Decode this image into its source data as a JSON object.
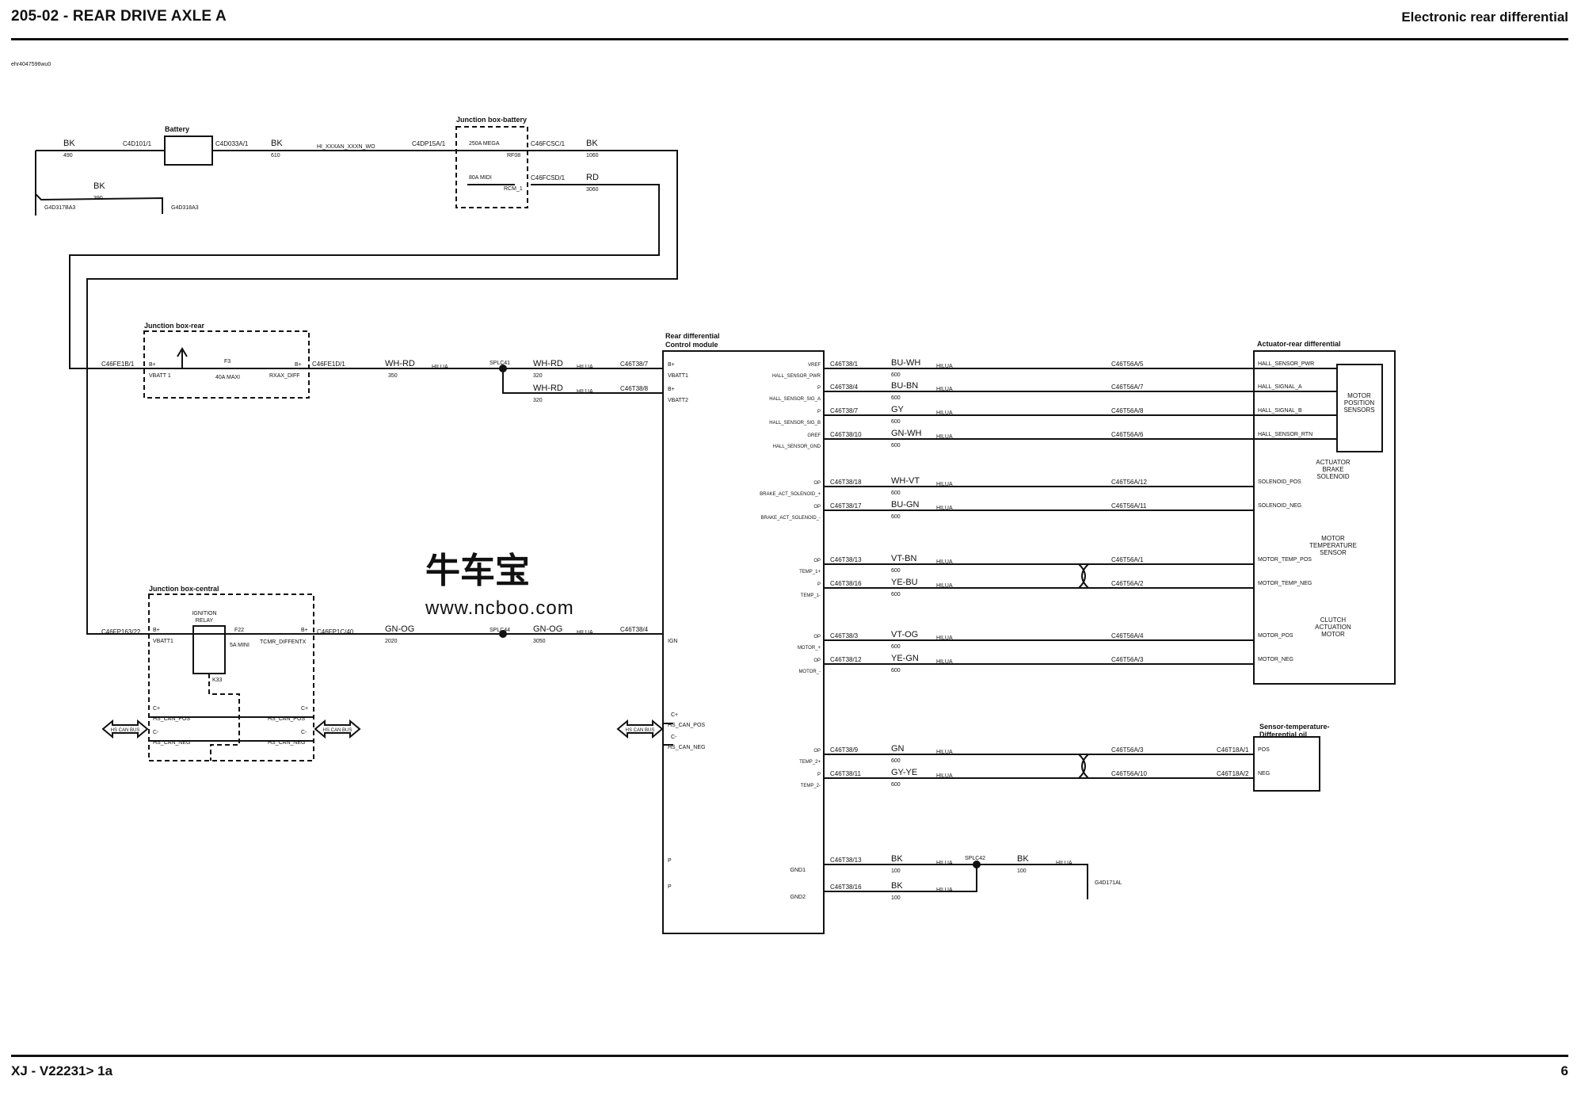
{
  "header": {
    "section": "205-02 - REAR DRIVE AXLE A",
    "title": "Electronic rear differential"
  },
  "ref_code": "ehr4047596wu0",
  "footer": {
    "model": "XJ   - V22231> 1a",
    "page": "6"
  },
  "watermark": {
    "cn": "牛车宝",
    "url": "www.ncboo.com"
  },
  "components": {
    "battery": "Battery",
    "jb_battery": "Junction box-battery",
    "jb_rear": "Junction box-rear",
    "jb_central": "Junction box-central",
    "rdcm": "Rear differential",
    "rdcm2": "Control module",
    "actuator": "Actuator-rear differential",
    "sensor": "Sensor-temperature-",
    "sensor2": "Differential oil",
    "motor_pos": [
      "MOTOR",
      "POSITION",
      "SENSORS"
    ],
    "brake_sol": [
      "ACTUATOR",
      "BRAKE",
      "SOLENOID"
    ],
    "motor_temp": [
      "MOTOR",
      "TEMPERATURE",
      "SENSOR"
    ],
    "clutch_motor": [
      "CLUTCH",
      "ACTUATION",
      "MOTOR"
    ],
    "ign_relay": [
      "IGNITION",
      "RELAY"
    ]
  },
  "labels": [
    {
      "id": "bk1",
      "t": "BK"
    },
    {
      "id": "bk1n",
      "t": "490"
    },
    {
      "id": "c40101",
      "t": "C4D101/1"
    },
    {
      "id": "c40033",
      "t": "C4D033A/1"
    },
    {
      "id": "bk2",
      "t": "BK"
    },
    {
      "id": "bk2n",
      "t": "610"
    },
    {
      "id": "hiwire",
      "t": "HI_XXXAN_XXXN_WO"
    },
    {
      "id": "c40p15",
      "t": "C4DP15A/1"
    },
    {
      "id": "bk3",
      "t": "BK"
    },
    {
      "id": "bk3n",
      "t": "390"
    },
    {
      "id": "g40317",
      "t": "G4D317BA3"
    },
    {
      "id": "g40318",
      "t": "G4D318A3"
    },
    {
      "id": "f250",
      "t": "250A MEGA"
    },
    {
      "id": "f250b",
      "t": "RF08"
    },
    {
      "id": "f80",
      "t": "80A MIDI"
    },
    {
      "id": "f80b",
      "t": "RCM_1"
    },
    {
      "id": "c46f1",
      "t": "C46FCSC/1"
    },
    {
      "id": "bk4",
      "t": "BK"
    },
    {
      "id": "bk4n",
      "t": "1060"
    },
    {
      "id": "c46f2",
      "t": "C46FCSD/1"
    },
    {
      "id": "rd1",
      "t": "RD"
    },
    {
      "id": "rd1n",
      "t": "3060"
    },
    {
      "id": "c46fe",
      "t": "C46FE1B/1"
    },
    {
      "id": "bplus",
      "t": "B+"
    },
    {
      "id": "vbatt1",
      "t": "VBATT 1"
    },
    {
      "id": "f3",
      "t": "F3"
    },
    {
      "id": "f3a",
      "t": "40A MAXI"
    },
    {
      "id": "bplus2",
      "t": "B+"
    },
    {
      "id": "rxax",
      "t": "RXAX_DIFF"
    },
    {
      "id": "c46fe2",
      "t": "C46FE1D/1"
    },
    {
      "id": "whrd1",
      "t": "WH-RD"
    },
    {
      "id": "whrd1n",
      "t": "350"
    },
    {
      "id": "hlua1",
      "t": "HILUA"
    },
    {
      "id": "splc41",
      "t": "SPLC41"
    },
    {
      "id": "whrd2",
      "t": "WH-RD"
    },
    {
      "id": "whrd2n",
      "t": "320"
    },
    {
      "id": "hlua2",
      "t": "HILUA"
    },
    {
      "id": "whrd3",
      "t": "WH-RD"
    },
    {
      "id": "whrd3n",
      "t": "320"
    },
    {
      "id": "hlua3",
      "t": "HILUA"
    },
    {
      "id": "c46t7",
      "t": "C46T38/7"
    },
    {
      "id": "c46t8",
      "t": "C46T38/8"
    },
    {
      "id": "bp1",
      "t": "B+"
    },
    {
      "id": "vb11",
      "t": "VBATT1"
    },
    {
      "id": "bp2",
      "t": "B+"
    },
    {
      "id": "vb12",
      "t": "VBATT2"
    },
    {
      "id": "c46fp",
      "t": "C46FP163/22"
    },
    {
      "id": "bplus3",
      "t": "B+"
    },
    {
      "id": "vbatt3",
      "t": "VBATT1"
    },
    {
      "id": "f22",
      "t": "F22"
    },
    {
      "id": "f22a",
      "t": "5A MINI"
    },
    {
      "id": "bplus4",
      "t": "B+"
    },
    {
      "id": "tcmr",
      "t": "TCMR_DIFFENTX"
    },
    {
      "id": "c46fp2",
      "t": "C46FP1C/40"
    },
    {
      "id": "gnog1",
      "t": "GN-OG"
    },
    {
      "id": "gnog1n",
      "t": "2020"
    },
    {
      "id": "splc44",
      "t": "SPLC44"
    },
    {
      "id": "gnog2",
      "t": "GN-OG"
    },
    {
      "id": "gnog2n",
      "t": "3050"
    },
    {
      "id": "hlua4",
      "t": "HILUA"
    },
    {
      "id": "c46t4",
      "t": "C46T38/4"
    },
    {
      "id": "ig",
      "t": "IGN"
    },
    {
      "id": "k33",
      "t": "K33"
    },
    {
      "id": "cplus",
      "t": "C+"
    },
    {
      "id": "hscanp",
      "t": "HS_CAN_POS"
    },
    {
      "id": "cminus",
      "t": "C-"
    },
    {
      "id": "hscann",
      "t": "HS_CAN_NEG"
    },
    {
      "id": "cplus2",
      "t": "C+"
    },
    {
      "id": "hscanp2",
      "t": "HS_CAN_POS"
    },
    {
      "id": "cminus2",
      "t": "C-"
    },
    {
      "id": "hscann2",
      "t": "HS_CAN_NEG"
    },
    {
      "id": "cplus3",
      "t": "C+"
    },
    {
      "id": "hscanp3",
      "t": "HS_CAN_POS"
    },
    {
      "id": "cminus3",
      "t": "C-"
    },
    {
      "id": "hscann3",
      "t": "HS_CAN_NEG"
    },
    {
      "id": "can1",
      "t": "HS CAN BUS"
    },
    {
      "id": "can2",
      "t": "HS CAN BUS"
    },
    {
      "id": "can3",
      "t": "HS CAN BUS"
    },
    {
      "id": "sp42",
      "t": "SPLC42"
    },
    {
      "id": "bk5",
      "t": "BK"
    },
    {
      "id": "bk5n",
      "t": "100"
    },
    {
      "id": "hlua5",
      "t": "HILUA"
    },
    {
      "id": "g40171",
      "t": "G4D171AL"
    },
    {
      "id": "bk6",
      "t": "BK"
    },
    {
      "id": "bk6n",
      "t": "100"
    },
    {
      "id": "hlua6",
      "t": "HILUA"
    },
    {
      "id": "bk7",
      "t": "BK"
    },
    {
      "id": "bk7n",
      "t": "100"
    },
    {
      "id": "hlua7",
      "t": "HILUA"
    },
    {
      "id": "c46t13",
      "t": "C46T38/13"
    },
    {
      "id": "c46t16",
      "t": "C46T38/16"
    },
    {
      "id": "gnd1",
      "t": "GND1"
    },
    {
      "id": "gnd2",
      "t": "GND2"
    }
  ],
  "rdcm_pins": [
    {
      "pin": "C46T38/1",
      "label": "HALL_SENSOR_PWR",
      "wire": "BU-WH",
      "gauge": "600",
      "out": "C46T56A/5",
      "act": "HALL_SENSOR_PWR"
    },
    {
      "pin": "C46T38/4",
      "label": "HALL_SENSOR_SIG_A",
      "wire": "BU-BN",
      "gauge": "600",
      "out": "C46T56A/7",
      "act": "HALL_SIGNAL_A"
    },
    {
      "pin": "C46T38/7",
      "label": "HALL_SENSOR_SIG_B",
      "wire": "GY",
      "gauge": "600",
      "out": "C46T56A/8",
      "act": "HALL_SIGNAL_B"
    },
    {
      "pin": "C46T38/10",
      "label": "HALL_SENSOR_GND",
      "wire": "GN-WH",
      "gauge": "600",
      "out": "C46T56A/6",
      "act": "HALL_SENSOR_RTN"
    },
    {
      "pin": "C46T38/18",
      "label": "BRAKE_ACT_SOLENOID_+",
      "wire": "WH-VT",
      "gauge": "600",
      "out": "C46T56A/12",
      "act": "SOLENOID_POS"
    },
    {
      "pin": "C46T38/17",
      "label": "BRAKE_ACT_SOLENOID_-",
      "wire": "BU-GN",
      "gauge": "600",
      "out": "C46T56A/11",
      "act": "SOLENOID_NEG"
    },
    {
      "pin": "C46T38/13",
      "label": "TEMP_1+",
      "wire": "VT-BN",
      "gauge": "600",
      "out": "C46T56A/1",
      "act": "MOTOR_TEMP_POS"
    },
    {
      "pin": "C46T38/16",
      "label": "TEMP_1-",
      "wire": "YE-BU",
      "gauge": "600",
      "out": "C46T56A/2",
      "act": "MOTOR_TEMP_NEG"
    },
    {
      "pin": "C46T38/3",
      "label": "MOTOR_+",
      "wire": "VT-OG",
      "gauge": "600",
      "out": "C46T56A/4",
      "act": "MOTOR_POS"
    },
    {
      "pin": "C46T38/12",
      "label": "MOTOR_-",
      "wire": "YE-GN",
      "gauge": "600",
      "out": "C46T56A/3",
      "act": "MOTOR_NEG"
    },
    {
      "pin": "C46T38/9",
      "label": "TEMP_2+",
      "wire": "GN",
      "gauge": "600",
      "out": "C46T56A/3",
      "act": "POS"
    },
    {
      "pin": "C46T38/11",
      "label": "TEMP_2-",
      "wire": "GY-YE",
      "gauge": "600",
      "out": "C46T56A/10",
      "act": "NEG"
    }
  ],
  "pin_types": [
    "VREF",
    "P",
    "P",
    "GREF",
    "OP",
    "OP",
    "OP",
    "P",
    "OP",
    "OP",
    "OP",
    "P"
  ],
  "sensor_conn": [
    "C46T18A/1",
    "C46T18A/2"
  ],
  "hilua": "HILUA",
  "colors": {
    "ink": "#111111",
    "bg": "#ffffff",
    "watermark_cn": "#333333",
    "watermark_url": "#444444"
  }
}
